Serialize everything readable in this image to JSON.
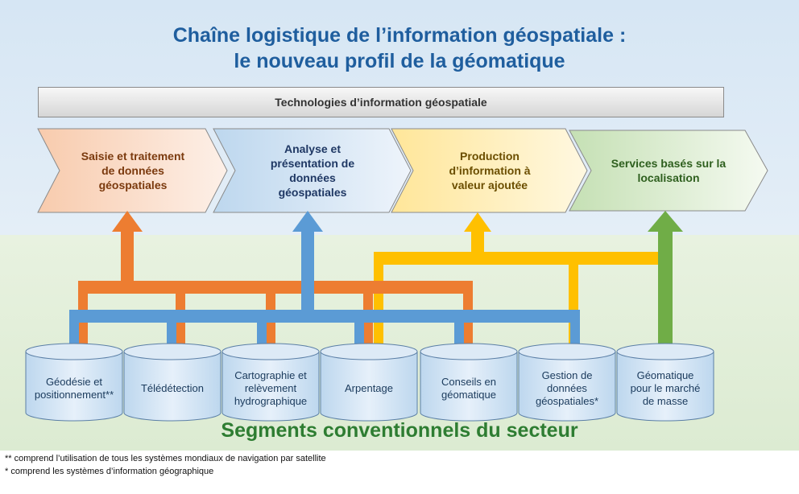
{
  "title": {
    "line1": "Chaîne logistique de l’information géospatiale :",
    "line2": "le nouveau profil de la géomatique"
  },
  "technology_bar": "Technologies d’information géospatiale",
  "value_chain": [
    {
      "lines": [
        "Saisie et traitement",
        "de données",
        "géospatiales"
      ],
      "color": "#F4B183",
      "text_color": "#7B3A0E"
    },
    {
      "lines": [
        "Analyse et",
        "présentation de",
        "données",
        "géospatiales"
      ],
      "color": "#9DC3E6",
      "text_color": "#1F3864"
    },
    {
      "lines": [
        "Production",
        "d’information à",
        "valeur ajoutée"
      ],
      "color": "#FFD966",
      "text_color": "#6B4E00"
    },
    {
      "lines": [
        "Services basés sur la",
        "localisation"
      ],
      "color": "#A9D18E",
      "text_color": "#2E5F1E"
    }
  ],
  "segments_title": "Segments conventionnels du secteur",
  "segments": [
    {
      "lines": [
        "Géodésie et",
        "positionnement**"
      ]
    },
    {
      "lines": [
        "Télédétection"
      ]
    },
    {
      "lines": [
        "Cartographie et",
        "relèvement",
        "hydrographique"
      ]
    },
    {
      "lines": [
        "Arpentage"
      ]
    },
    {
      "lines": [
        "Conseils en",
        "géomatique"
      ]
    },
    {
      "lines": [
        "Gestion de",
        "données",
        "géospatiales*"
      ]
    },
    {
      "lines": [
        "Géomatique",
        "pour le marché",
        "de masse"
      ]
    }
  ],
  "colors": {
    "orange": "#ED7D31",
    "blue": "#5B9BD5",
    "yellow": "#FFC000",
    "green": "#70AD47",
    "sky": "#DCE9F5",
    "ground": "#E2EFD9"
  },
  "footnotes": [
    "** comprend l’utilisation de tous les systèmes mondiaux de navigation par satellite",
    "* comprend les systèmes d’information géographique"
  ]
}
